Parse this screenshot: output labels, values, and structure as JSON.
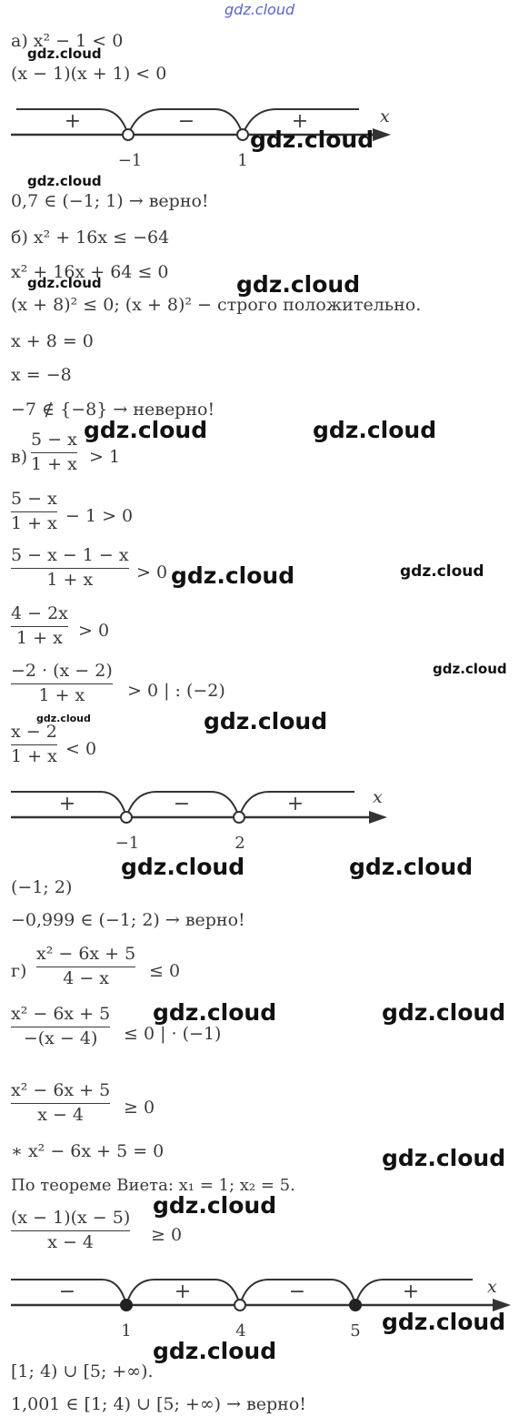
{
  "watermark": "gdz.cloud",
  "part_a": {
    "line1": "а) x² − 1 < 0",
    "line2": "(x − 1)(x + 1) < 0",
    "axis": {
      "var": "x",
      "points": [
        "−1",
        "1"
      ],
      "signs": [
        "+",
        "−",
        "+"
      ]
    },
    "check": "0,7 ∈ (−1; 1) → верно!"
  },
  "part_b": {
    "line1": "б) x² + 16x ≤ −64",
    "line2": "x² + 16x + 64 ≤ 0",
    "line3": "(x + 8)² ≤ 0;     (x + 8)² − строго положительно.",
    "line4": "x + 8 = 0",
    "line5": "x = −8",
    "check": "−7 ∉ {−8} → неверно!"
  },
  "part_c": {
    "label": "в)",
    "f1": {
      "num": "5 − x",
      "den": "1 + x",
      "rest": "> 1"
    },
    "f2": {
      "num": "5 − x",
      "den": "1 + x",
      "rest": "− 1 > 0"
    },
    "f3": {
      "num": "5 − x − 1 − x",
      "den": "1 + x",
      "rest": "> 0"
    },
    "f4": {
      "num": "4 − 2x",
      "den": "1 + x",
      "rest": "> 0"
    },
    "f5": {
      "num": "−2 · (x − 2)",
      "den": "1 + x",
      "rest": "> 0     | : (−2)"
    },
    "f6": {
      "num": "x − 2",
      "den": "1 + x",
      "rest": "< 0"
    },
    "axis": {
      "var": "x",
      "points": [
        "−1",
        "2"
      ],
      "signs": [
        "+",
        "−",
        "+"
      ]
    },
    "answer": "(−1; 2)",
    "check": "−0,999 ∈ (−1; 2) → верно!"
  },
  "part_d": {
    "label": "г)",
    "f1": {
      "num": "x² − 6x + 5",
      "den": "4 − x",
      "rest": "≤ 0"
    },
    "f2": {
      "num": "x² − 6x + 5",
      "den": "−(x − 4)",
      "rest": "≤ 0     | · (−1)"
    },
    "f3": {
      "num": "x² − 6x + 5",
      "den": "x − 4",
      "rest": "≥ 0"
    },
    "eq": "∗ x² − 6x + 5 = 0",
    "vieta": "По теореме Виета:  x₁ = 1;  x₂ = 5.",
    "f4": {
      "num": "(x − 1)(x − 5)",
      "den": "x − 4",
      "rest": "≥ 0"
    },
    "axis": {
      "var": "x",
      "points": [
        "1",
        "4",
        "5"
      ],
      "signs": [
        "−",
        "+",
        "−",
        "+"
      ]
    },
    "answer": "[1; 4) ∪ [5; +∞).",
    "check": "1,001 ∈ [1; 4) ∪ [5; +∞) → верно!"
  }
}
